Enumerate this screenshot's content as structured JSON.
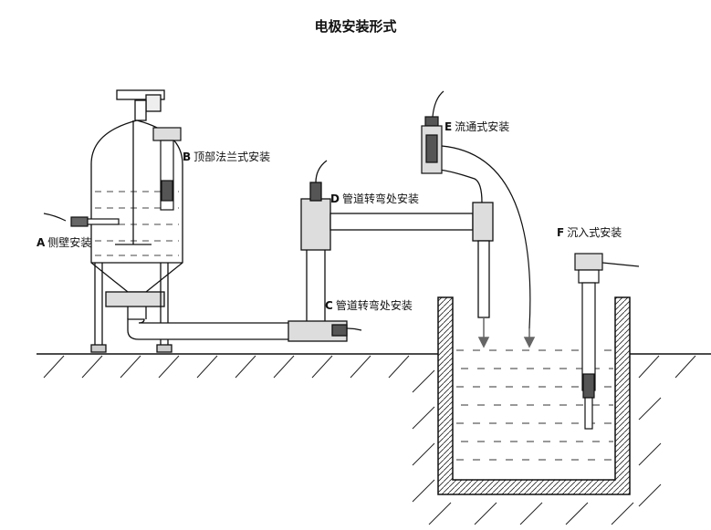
{
  "title": "电极安装形式",
  "labels": {
    "a": {
      "key": "A",
      "text": "侧壁安装"
    },
    "b": {
      "key": "B",
      "text": "顶部法兰式安装"
    },
    "c": {
      "key": "C",
      "text": "管道转弯处安装"
    },
    "d": {
      "key": "D",
      "text": "管道转弯处安装"
    },
    "e": {
      "key": "E",
      "text": "流通式安装"
    },
    "f": {
      "key": "F",
      "text": "沉入式安装"
    }
  },
  "colors": {
    "line": "#111111",
    "fill_light": "#d9d9d9",
    "fill_dark": "#555555",
    "water_dash": "#333333"
  }
}
